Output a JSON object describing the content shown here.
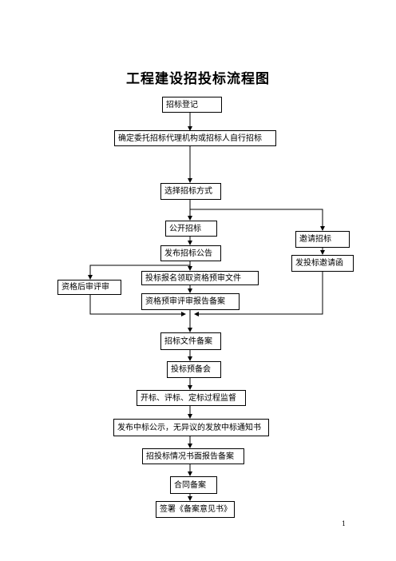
{
  "title": "工程建设招投标流程图",
  "steps": {
    "registration": "招标登记",
    "determine_agency": "确定委托招标代理机构或招标人自行招标",
    "choose_method": "选择招标方式",
    "open_tender": "公开招标",
    "invite_tender": "邀请招标",
    "publish_notice": "发布招标公告",
    "post_review": "资格后审评审",
    "register_prequal": "投标报名领取资格预审文件",
    "send_invitation": "发投标邀请函",
    "prequal_report": "资格预审评审报告备案",
    "doc_filing": "招标文件备案",
    "pre_bid_meeting": "投标预备会",
    "supervision": "开标、评标、定标过程监督",
    "publish_award": "发布中标公示，无异议的发放中标通知书",
    "report_filing": "招投标情况书面报告备案",
    "contract_filing": "合同备案",
    "sign_opinion": "签署《备案意见书》"
  },
  "page_number": "1"
}
